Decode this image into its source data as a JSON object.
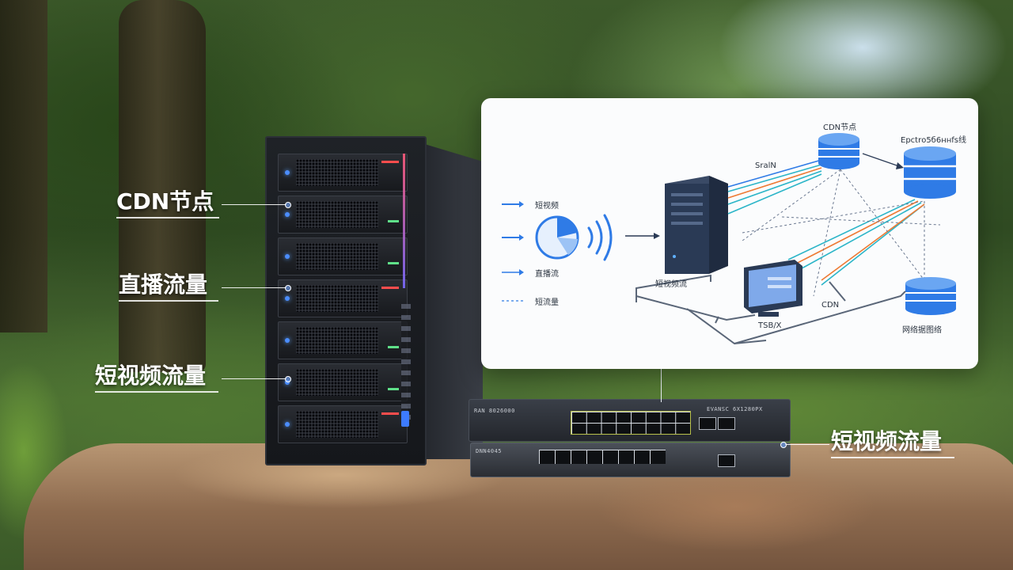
{
  "callouts": {
    "cdn_node": "CDN节点",
    "live_traffic": "直播流量",
    "short_video_traffic_left": "短视频流量",
    "short_video_traffic_right": "短视频流量"
  },
  "diagram": {
    "legend": {
      "item1": "短视频",
      "item2": "直播流",
      "item3": "短流量"
    },
    "labels": {
      "cdn_node_top": "CDN节点",
      "top_right_db": "Ерсtrо5б6ннfs线",
      "switch_label": "SralN",
      "server_label": "短视频流",
      "pc_label": "TSB/X",
      "cdn_lower": "CDN",
      "bottom_right_db": "网络据图络"
    },
    "colors": {
      "blue": "#2f7be6",
      "orange": "#ee7a34",
      "teal": "#2bb5c8",
      "navy": "#2a3a55"
    }
  },
  "hardware": {
    "switch_top_text": "RAN 8026000",
    "switch_top_right_text": "EVANSC 6X1280PX",
    "switch_bottom_text": "DNN4045"
  }
}
